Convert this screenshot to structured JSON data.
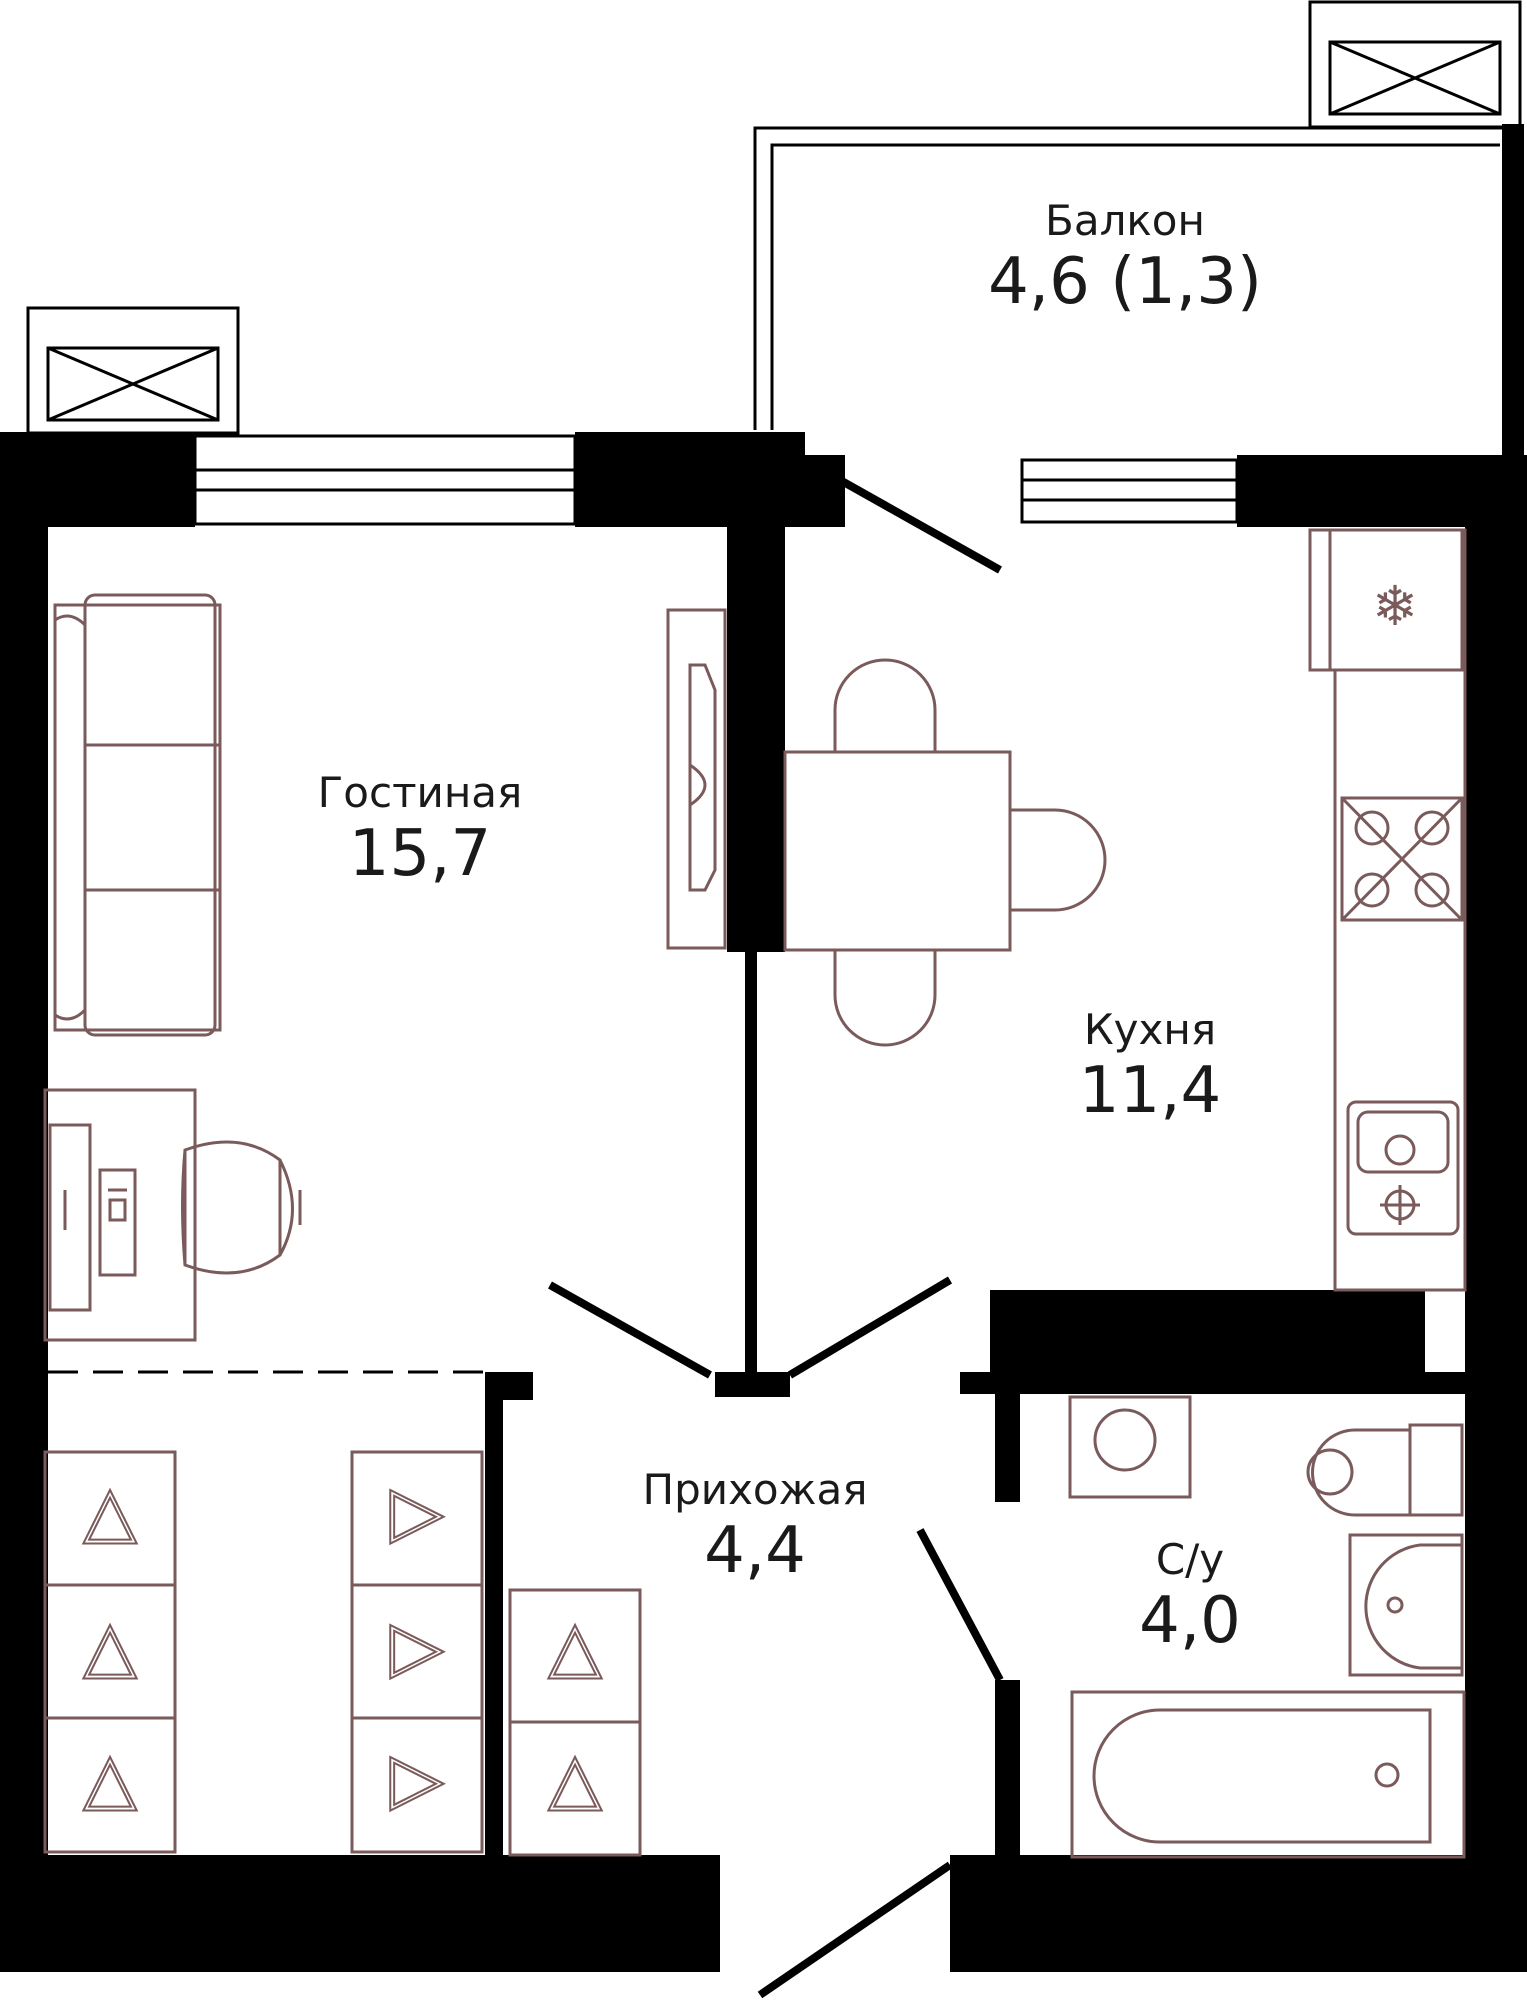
{
  "plan": {
    "rooms": [
      {
        "id": "balcony",
        "name": "Балкон",
        "area": "4,6 (1,3)"
      },
      {
        "id": "living",
        "name": "Гостиная",
        "area": "15,7"
      },
      {
        "id": "kitchen",
        "name": "Кухня",
        "area": "11,4"
      },
      {
        "id": "hallway",
        "name": "Прихожая",
        "area": "4,4"
      },
      {
        "id": "bathroom",
        "name": "С/у",
        "area": "4,0"
      }
    ],
    "colors": {
      "walls": "#000000",
      "furniture": "#7a5a5a"
    },
    "icons": [
      "ac-unit-icon",
      "snowflake-icon",
      "sofa-icon",
      "tv-icon",
      "chair-icon",
      "stove-icon",
      "hob-icon",
      "washing-machine-icon",
      "toilet-icon",
      "sink-icon",
      "bathtub-icon",
      "wardrobe-icon"
    ]
  }
}
